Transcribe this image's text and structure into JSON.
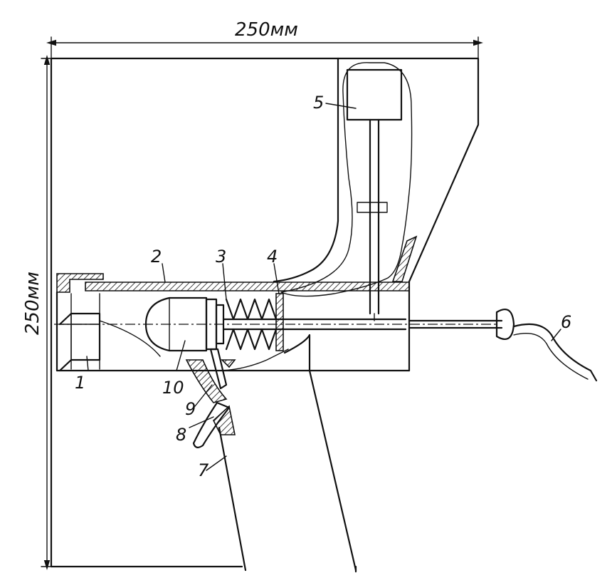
{
  "dimensions": {
    "width_label": "250мм",
    "height_label": "250мм"
  },
  "labels": {
    "n1": "1",
    "n2": "2",
    "n3": "3",
    "n4": "4",
    "n5": "5",
    "n6": "6",
    "n7": "7",
    "n8": "8",
    "n9": "9",
    "n10": "10"
  }
}
